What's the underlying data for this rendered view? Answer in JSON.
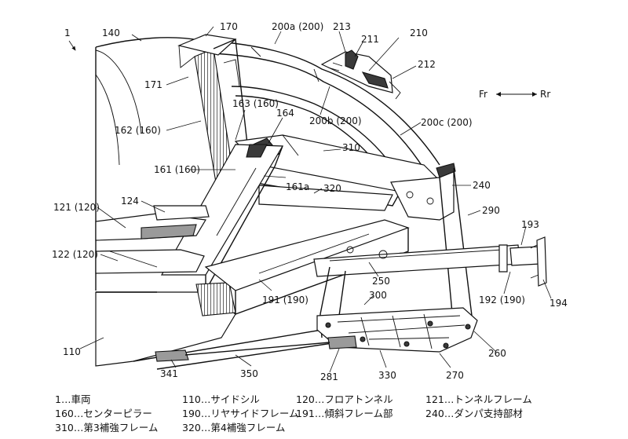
{
  "labels": {
    "fig_number": "1",
    "n140": "140",
    "n170": "170",
    "n200a": "200a (200)",
    "n213": "213",
    "n211": "211",
    "n210": "210",
    "n212": "212",
    "n171": "171",
    "n163": "163 (160)",
    "n200b": "200b (200)",
    "n200c": "200c (200)",
    "n164": "164",
    "n162": "162 (160)",
    "n310": "310",
    "n161": "161 (160)",
    "n161a": "161a",
    "n320": "320",
    "n240": "240",
    "n124": "124",
    "n121": "121 (120)",
    "n290": "290",
    "n193": "193",
    "n122": "122 (120)",
    "n250": "250",
    "n191": "191 (190)",
    "n192": "192 (190)",
    "n194": "194",
    "n300": "300",
    "n110": "110",
    "n260": "260",
    "n341": "341",
    "n350": "350",
    "n281": "281",
    "n330": "330",
    "n270": "270",
    "direction_fr": "Fr",
    "direction_rr": "Rr"
  },
  "legend": [
    [
      "1…車両",
      "110…サイドシル",
      "120…フロアトンネル",
      "121…トンネルフレーム"
    ],
    [
      "160…センターピラー",
      "190…リヤサイドフレーム",
      "191…傾斜フレーム部",
      "240…ダンパ支持部材"
    ],
    [
      "310…第3補強フレーム",
      "320…第4補強フレーム",
      "",
      ""
    ]
  ]
}
